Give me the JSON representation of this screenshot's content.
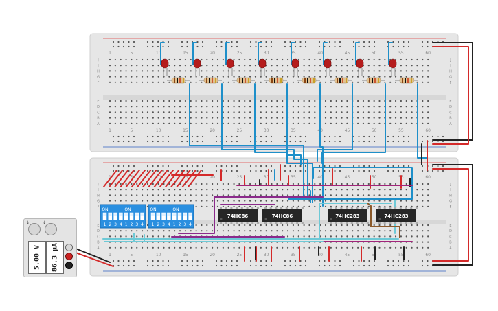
{
  "chips": [
    {
      "label": "74HC86"
    },
    {
      "label": "74HC86"
    },
    {
      "label": "74HC283"
    },
    {
      "label": "74HC283"
    }
  ],
  "dip_switches": [
    {
      "on_labels": [
        "ON",
        "ON"
      ],
      "numbers": [
        "1",
        "2",
        "3",
        "4",
        "1",
        "2",
        "3",
        "4"
      ]
    },
    {
      "on_labels": [
        "ON",
        "ON"
      ],
      "numbers": [
        "1",
        "2",
        "3",
        "4",
        "1",
        "2",
        "3",
        "4"
      ]
    }
  ],
  "top_board": {
    "col_labels_top": [
      "1",
      "5",
      "10",
      "15",
      "20",
      "25",
      "30",
      "35",
      "40",
      "45",
      "50",
      "55",
      "60"
    ],
    "col_labels_bottom": [
      "1",
      "5",
      "10",
      "15",
      "20",
      "25",
      "30",
      "35",
      "40",
      "45",
      "50",
      "55",
      "60"
    ],
    "row_labels_left": [
      "J",
      "I",
      "H",
      "G",
      "F",
      "E",
      "D",
      "C",
      "B",
      "A"
    ],
    "row_labels_right": [
      "J",
      "I",
      "H",
      "G",
      "F",
      "E",
      "D",
      "C",
      "B",
      "A"
    ]
  },
  "bottom_board": {
    "col_labels_top": [
      "1",
      "5",
      "10",
      "15",
      "20",
      "25",
      "30",
      "35",
      "40",
      "45",
      "50",
      "55",
      "60"
    ],
    "col_labels_bottom": [
      "1",
      "5",
      "10",
      "15",
      "20",
      "25",
      "30",
      "35",
      "40",
      "45",
      "50",
      "55",
      "60"
    ],
    "row_labels_left": [
      "J",
      "I",
      "H",
      "G",
      "F",
      "E",
      "D",
      "C",
      "B",
      "A"
    ],
    "row_labels_right": [
      "J",
      "I",
      "H",
      "G",
      "F",
      "E",
      "D",
      "C",
      "B",
      "A"
    ]
  },
  "leds": {
    "count": 8,
    "color": "#b51c1c"
  },
  "power_supply": {
    "voltage": "5.00 V",
    "current": "86.3 µA",
    "knob_labels": [
      "↓",
      "↓"
    ]
  },
  "colors": {
    "board": "#e6e6e6",
    "wire_blue": "#1e8fc9",
    "wire_red": "#d42a2a",
    "wire_black": "#222222",
    "wire_purple": "#8b2a8b",
    "wire_magenta": "#a0257a",
    "wire_cyan": "#6ec9d6",
    "wire_brown": "#8b5a2b",
    "switch_blue": "#2a8fe0",
    "chip": "#262626"
  }
}
